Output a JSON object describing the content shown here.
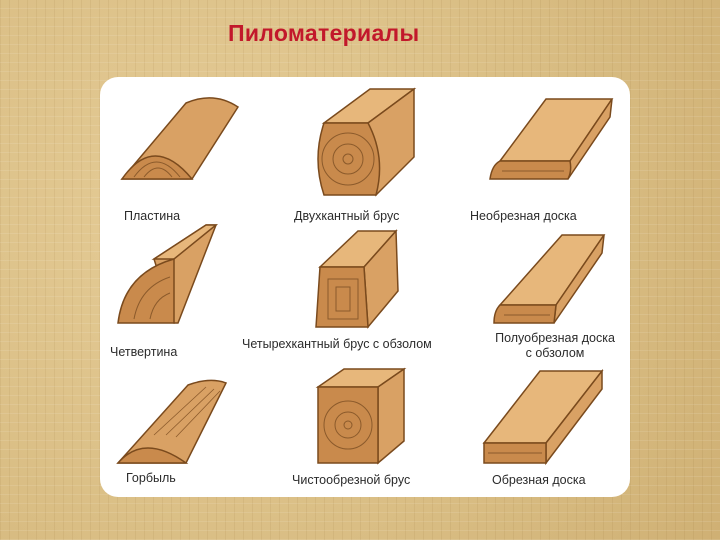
{
  "title": "Пиломатериалы",
  "colors": {
    "title": "#c2182b",
    "wood_side": "#d9a164",
    "wood_top": "#e7b77b",
    "wood_end": "#c98a4c",
    "outline": "#7a4a1d",
    "panel": "#ffffff"
  },
  "items": [
    {
      "label": "Пластина",
      "icon": "plastina-icon"
    },
    {
      "label": "Двухкантный брус",
      "icon": "two-edged-beam-icon"
    },
    {
      "label": "Необрезная доска",
      "icon": "unedged-board-icon"
    },
    {
      "label": "Четвертина",
      "icon": "quarter-log-icon"
    },
    {
      "label": "Четырехкантный брус с обзолом",
      "icon": "four-edged-beam-wane-icon"
    },
    {
      "label": "Полуобрезная доска",
      "label2": "с обзолом",
      "icon": "half-edged-board-icon"
    },
    {
      "label": "Горбыль",
      "icon": "slab-icon"
    },
    {
      "label": "Чистообрезной брус",
      "icon": "clean-edged-beam-icon"
    },
    {
      "label": "Обрезная доска",
      "icon": "edged-board-icon"
    }
  ]
}
